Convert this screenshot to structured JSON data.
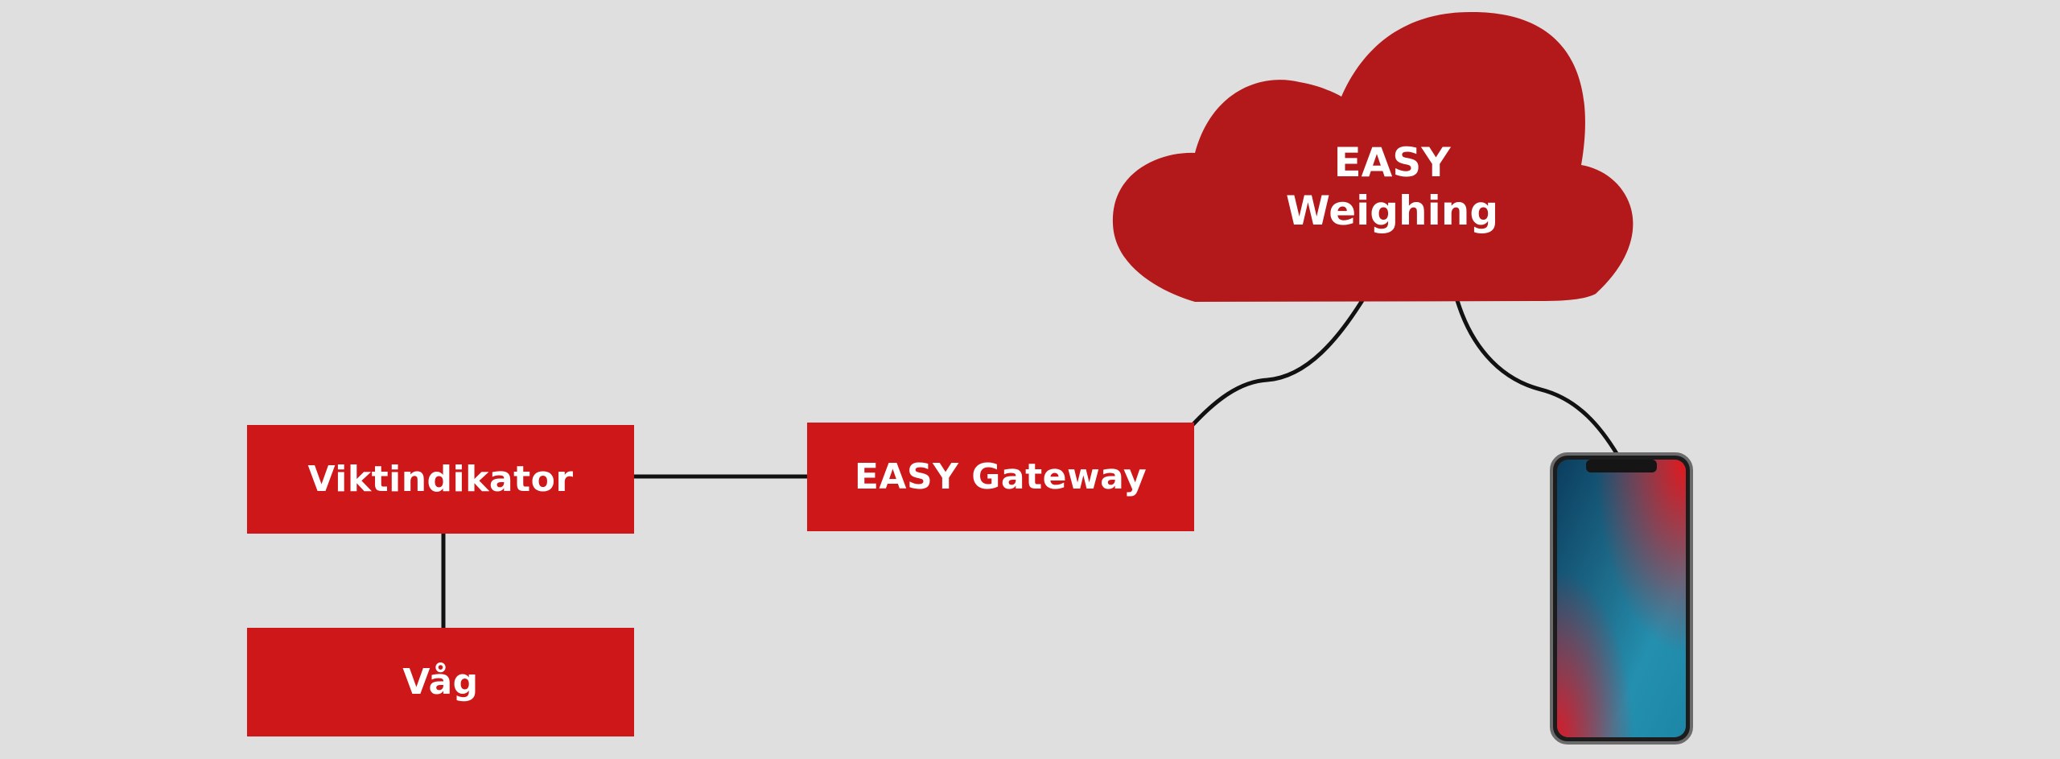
{
  "diagram": {
    "nodes": {
      "indicator": {
        "label": "Viktindikator"
      },
      "scale": {
        "label": "Våg"
      },
      "gateway": {
        "label": "EASY Gateway"
      },
      "cloud": {
        "line1": "EASY",
        "line2": "Weighing"
      }
    },
    "colors": {
      "background": "#dfdfdf",
      "box": "#cd1719",
      "cloud": "#b3191b",
      "connector": "#111111",
      "text": "#ffffff"
    },
    "icons": {
      "phone": "smartphone-icon"
    }
  }
}
